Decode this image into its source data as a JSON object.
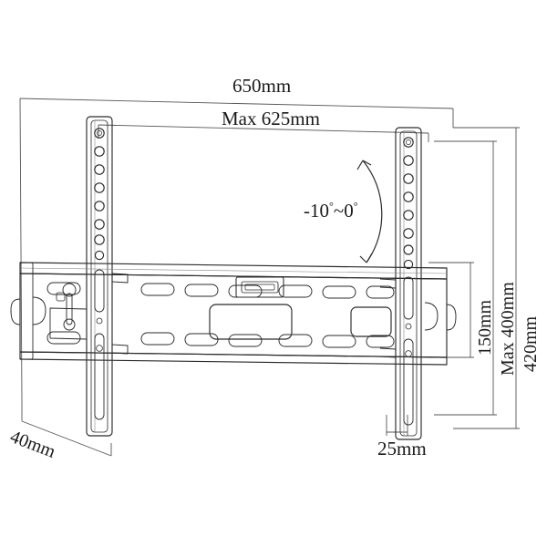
{
  "drawing": {
    "title": "TV wall mount bracket technical drawing",
    "type": "engineering-dimension-drawing",
    "line_color": "#2b2b2b",
    "background_color": "#ffffff"
  },
  "dimensions": {
    "overall_width": "650mm",
    "max_width": "Max 625mm",
    "bar_height": "150mm",
    "max_height": "Max 400mm",
    "overall_height": "420mm",
    "depth": "40mm",
    "rail_thickness": "25mm"
  },
  "tilt": {
    "range_text": "-10",
    "tilde": "~",
    "range_end": "0",
    "degree_symbol": "°",
    "full_label": "-10°~0°"
  },
  "product": {
    "rail_hole_count": 11,
    "slot_row_count": 2
  }
}
